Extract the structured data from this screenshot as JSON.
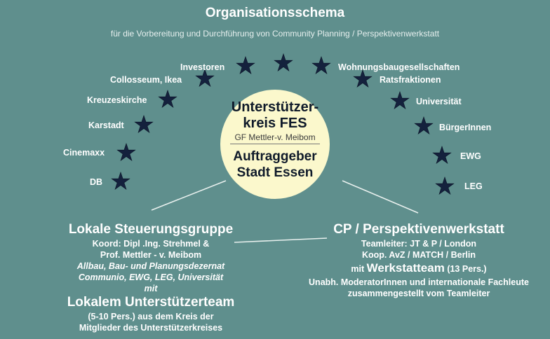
{
  "title": "Organisationsschema",
  "subtitle": "für die Vorbereitung und Durchführung von Community Planning / Perspektivenwerkstatt",
  "left_labels": [
    "Investoren",
    "Collosseum, Ikea",
    "Kreuzeskirche",
    "Karstadt",
    "Cinemaxx",
    "DB"
  ],
  "right_labels": [
    "Wohnungsbaugesellschaften",
    "Ratsfraktionen",
    "Universität",
    "BürgerInnen",
    "EWG",
    "LEG"
  ],
  "center": {
    "top_line1": "Unterstützer-",
    "top_line2": "kreis FES",
    "sub": "GF Mettler-v. Meibom",
    "bottom_line1": "Auftraggeber",
    "bottom_line2": "Stadt Essen"
  },
  "left_block": {
    "heading": "Lokale Steuerungsgruppe",
    "line1": "Koord: Dipl .Ing. Strehmel &",
    "line2": "Prof. Mettler - v. Meibom",
    "italic1": "Allbau, Bau- und Planungsdezernat",
    "italic2": "Communio, EWG, LEG, Universität",
    "mit": "mit",
    "heading2": "Lokalem Unterstützerteam",
    "line3": "(5-10 Pers.) aus dem Kreis der",
    "line4": "Mitglieder des Unterstützerkreises"
  },
  "right_block": {
    "heading": "CP / Perspektivenwerkstatt",
    "line1": "Teamleiter: JT & P /  London",
    "line2": "Koop. AvZ / MATCH / Berlin",
    "mit": "mit",
    "team": "Werkstatteam",
    "team_count": "(13 Pers.)",
    "line3": "Unabh. ModeratorInnen und internationale Fachleute",
    "line4": "zusammengestellt vom Teamleiter"
  },
  "colors": {
    "background": "#5f8f8d",
    "star": "#14213d",
    "circle": "#fbf8cc"
  }
}
